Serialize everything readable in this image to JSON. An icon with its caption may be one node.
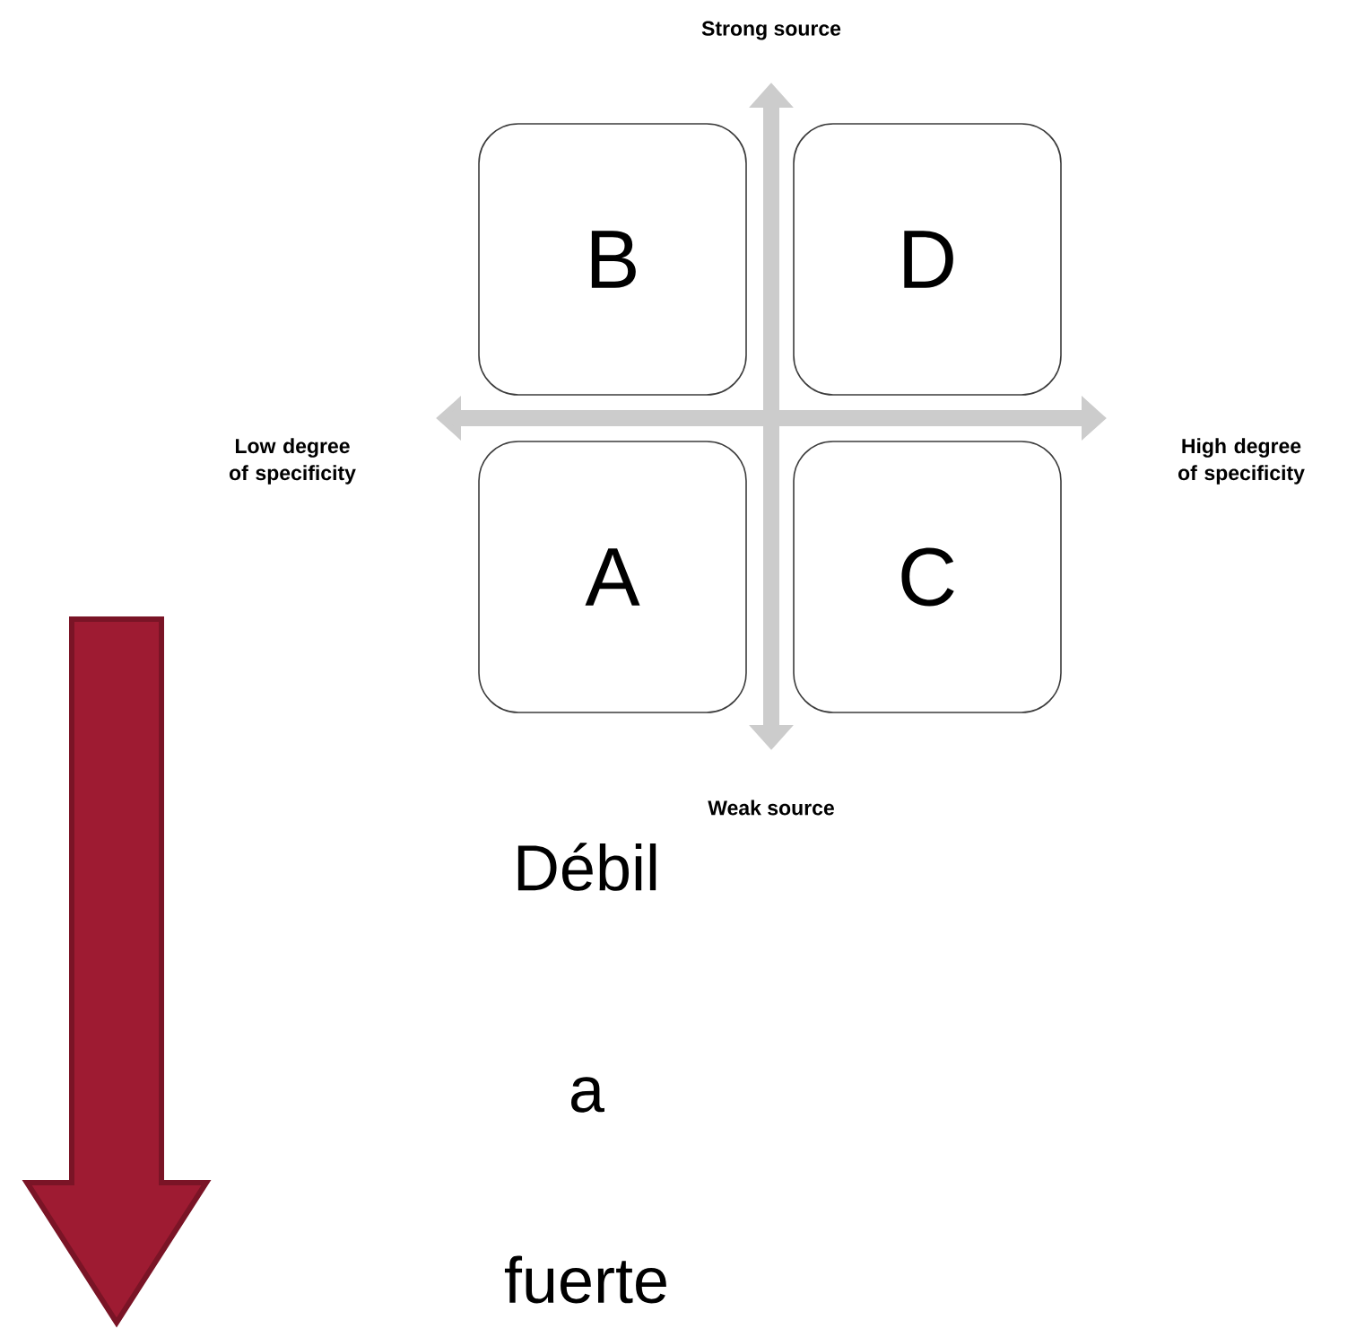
{
  "diagram": {
    "nodes": [
      {
        "text": [
          "B"
        ]
      },
      {
        "text": [
          "D"
        ]
      },
      {
        "text": [
          "A"
        ]
      },
      {
        "text": [
          "C"
        ]
      }
    ],
    "labels": [
      "Strong source",
      "Low degree of specificity",
      "High degree of specificity",
      "Weak source",
      "Débil",
      "a",
      "fuerte"
    ]
  }
}
